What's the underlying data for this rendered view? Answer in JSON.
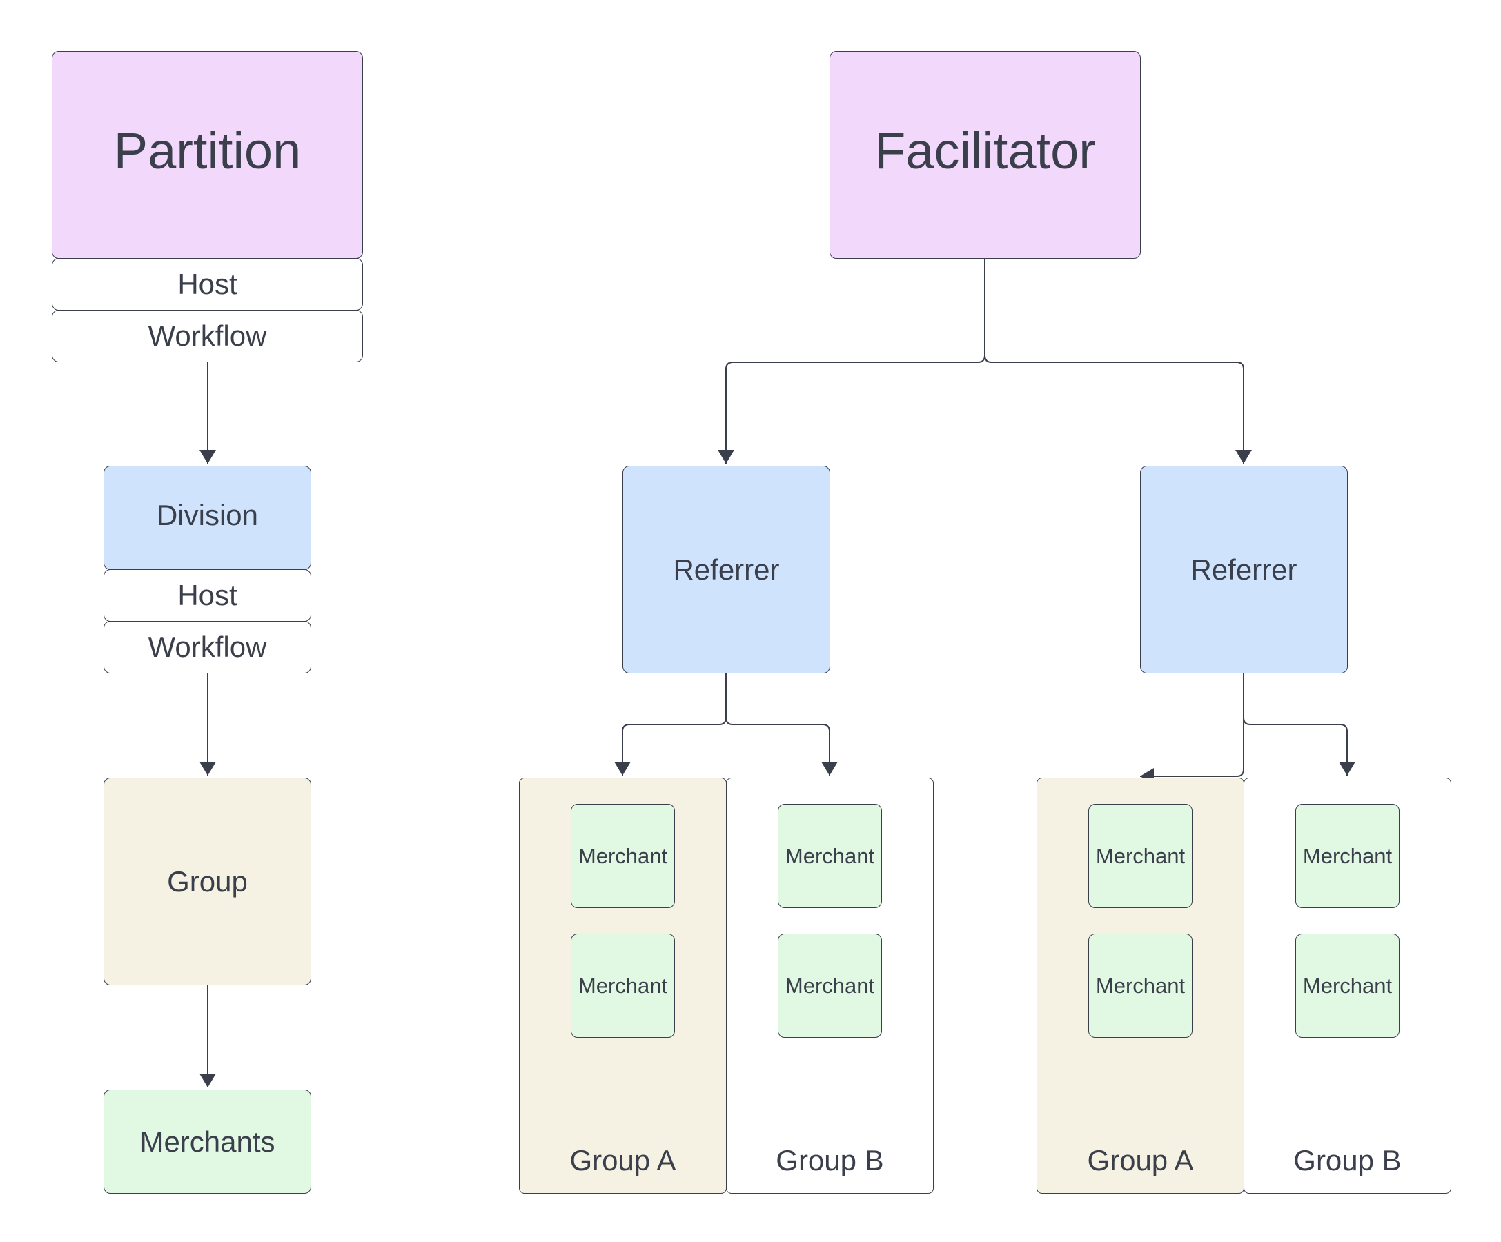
{
  "left_hierarchy": {
    "partition": {
      "title": "Partition",
      "host": "Host",
      "workflow": "Workflow"
    },
    "division": {
      "title": "Division",
      "host": "Host",
      "workflow": "Workflow"
    },
    "group": {
      "title": "Group"
    },
    "merchants": {
      "title": "Merchants"
    }
  },
  "right_hierarchy": {
    "facilitator": {
      "title": "Facilitator"
    },
    "referrers": [
      {
        "title": "Referrer",
        "groups": [
          {
            "label": "Group A",
            "merchants": [
              "Merchant",
              "Merchant"
            ]
          },
          {
            "label": "Group B",
            "merchants": [
              "Merchant",
              "Merchant"
            ]
          }
        ]
      },
      {
        "title": "Referrer",
        "groups": [
          {
            "label": "Group A",
            "merchants": [
              "Merchant",
              "Merchant"
            ]
          },
          {
            "label": "Group B",
            "merchants": [
              "Merchant",
              "Merchant"
            ]
          }
        ]
      }
    ]
  },
  "colors": {
    "top_level": "#f2d9fc",
    "mid_level": "#cfe3fc",
    "group": "#f5f2e3",
    "merchant": "#e1f8e2",
    "stroke": "#3a3f4b"
  }
}
